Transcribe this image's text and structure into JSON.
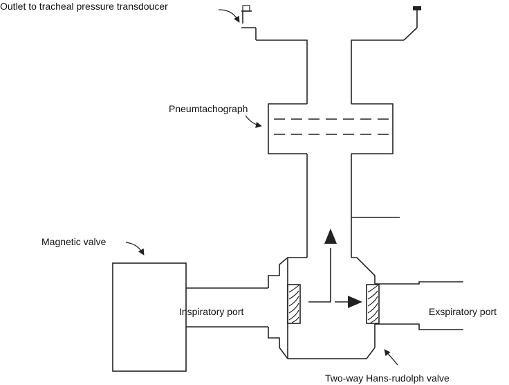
{
  "labels": {
    "outlet": "Outlet to tracheal pressure transdoucer",
    "pneumotachograph": "Pneumtachograph",
    "magnetic_valve": "Magnetic valve",
    "inspiratory_port": "Inspiratory port",
    "expiratory_port": "Exspiratory port",
    "hans_rudolph_valve": "Two-way Hans-rudolph valve"
  },
  "colors": {
    "stroke": "#222222",
    "text": "#111111",
    "background": "#ffffff"
  },
  "icons": {
    "flow_arrow": "arrow-head",
    "leader": "curved-arrow"
  }
}
